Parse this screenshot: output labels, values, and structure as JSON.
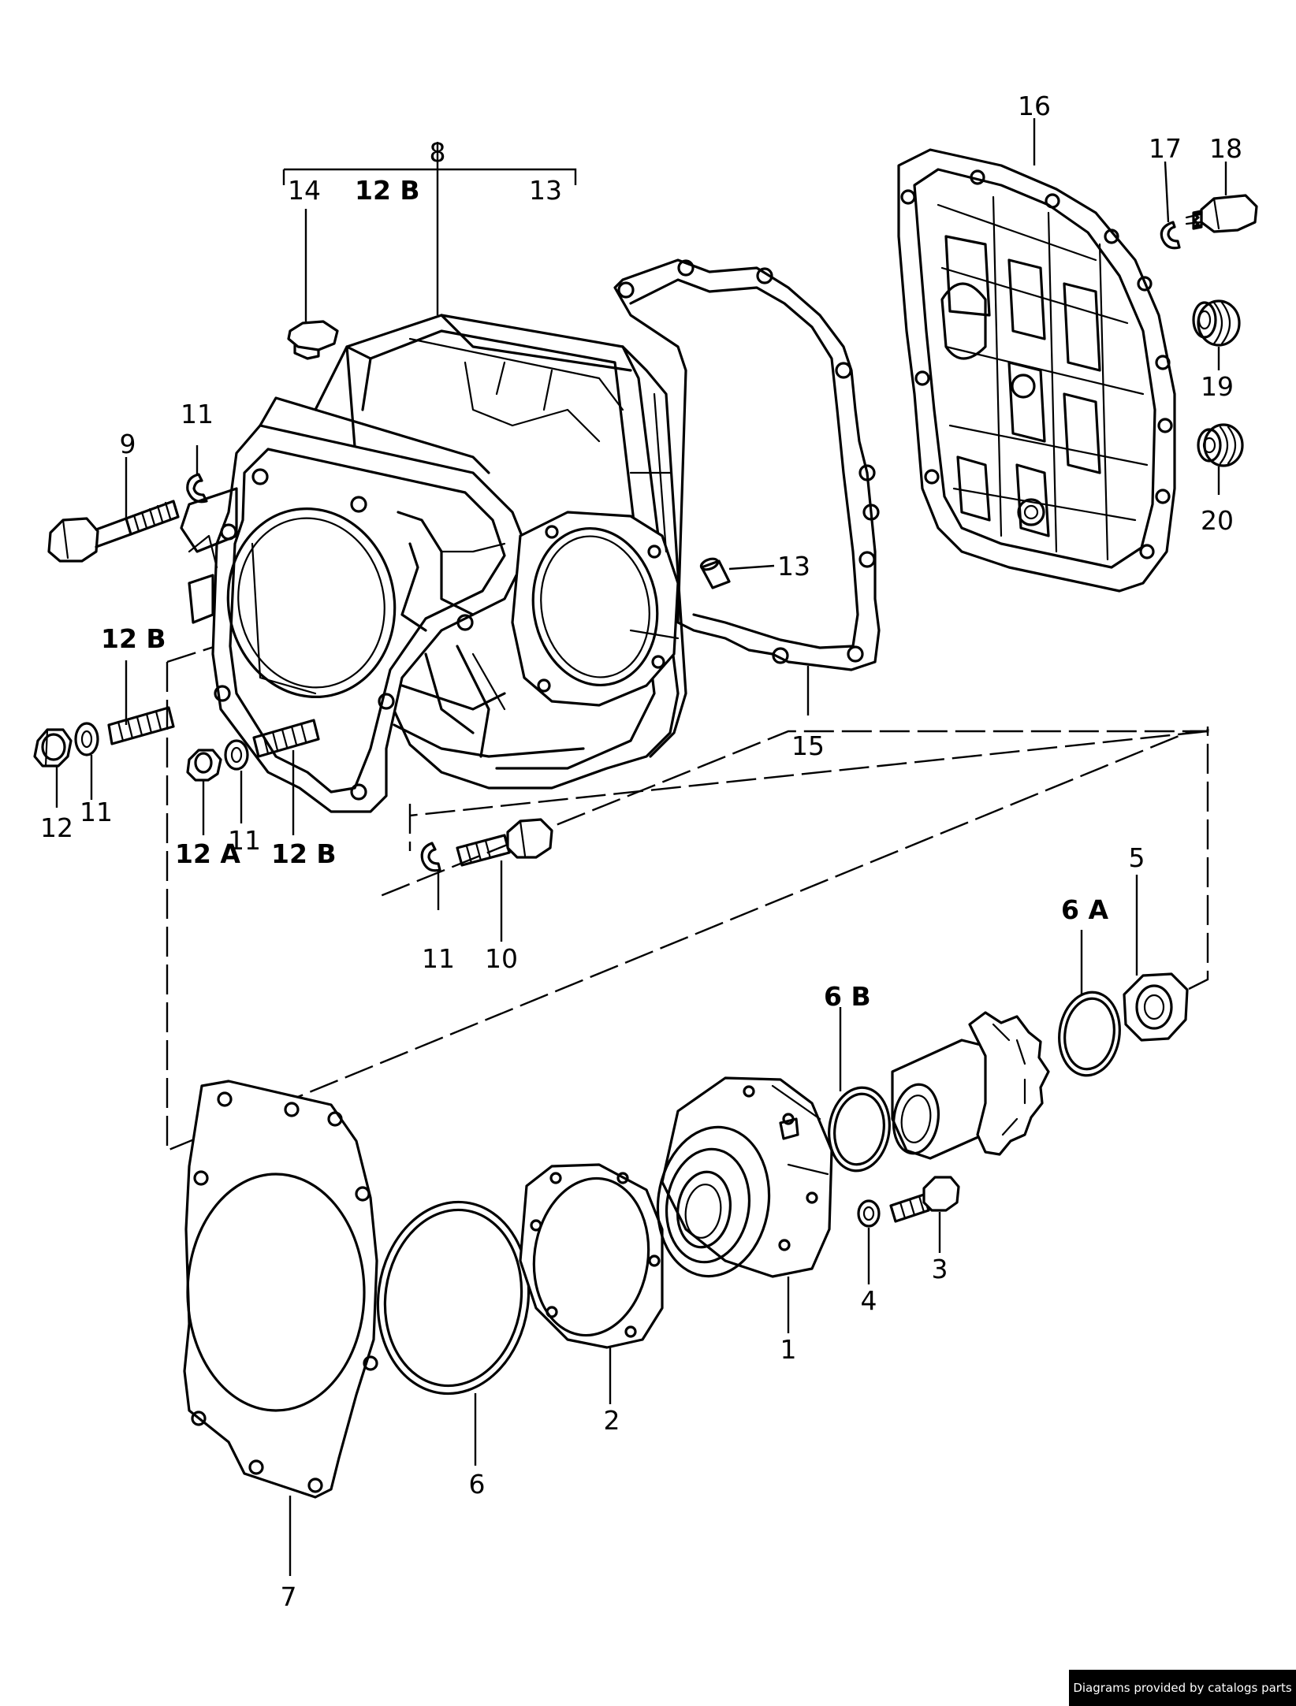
{
  "callouts": {
    "c1": "1",
    "c2": "2",
    "c3": "3",
    "c4": "4",
    "c5": "5",
    "c6": "6",
    "c6a": "6 A",
    "c6b": "6 B",
    "c7": "7",
    "c8": "8",
    "c9": "9",
    "c10": "10",
    "c11": "11",
    "c12": "12",
    "c12a": "12 A",
    "c12b": "12 B",
    "c13": "13",
    "c14": "14",
    "c15": "15",
    "c16": "16",
    "c17": "17",
    "c18": "18",
    "c19": "19",
    "c20": "20"
  },
  "credit": "Diagrams provided by catalogs parts"
}
